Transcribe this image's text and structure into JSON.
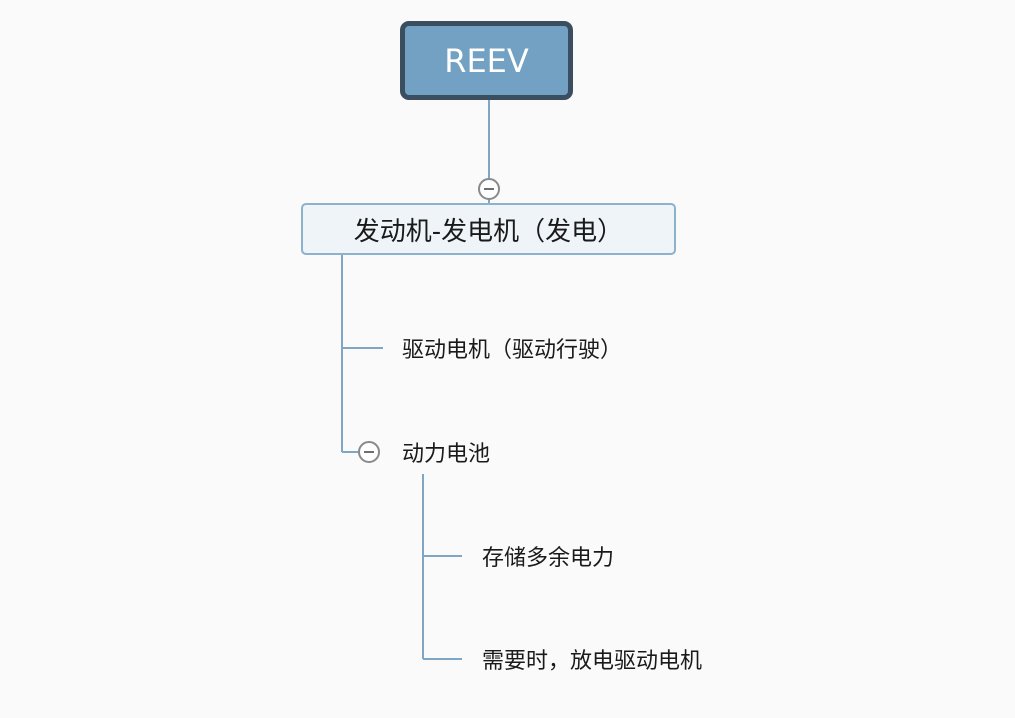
{
  "diagram": {
    "root": {
      "label": "REEV"
    },
    "main": {
      "label": "发动机-发电机（发电）"
    },
    "children": [
      {
        "label": "驱动电机（驱动行驶）"
      },
      {
        "label": "动力电池"
      }
    ],
    "battery_children": [
      {
        "label": "存储多余电力"
      },
      {
        "label": "需要时，放电驱动电机"
      }
    ]
  },
  "colors": {
    "root_fill": "#73a1c3",
    "root_border": "#3b4e60",
    "main_fill": "#eef4f8",
    "main_border": "#8cb2cc",
    "connector": "#7fa6c4",
    "collapse_border": "#8a8a8a",
    "background": "#fafafa"
  },
  "icons": [
    "collapse-minus-icon"
  ]
}
